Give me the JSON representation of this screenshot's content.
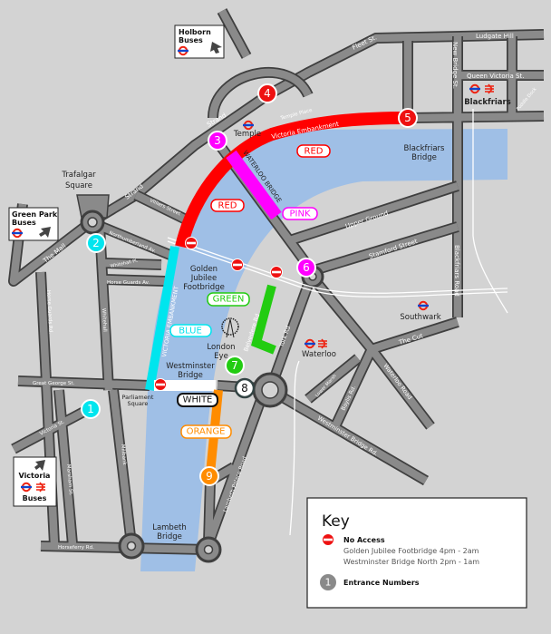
{
  "colors": {
    "background": "#d3d3d3",
    "river": "#9fbfe6",
    "road": "#8a8a8a",
    "red": "#ff0000",
    "pink": "#ff00ff",
    "cyan": "#00e5ee",
    "green": "#22cc11",
    "white": "#ffffff",
    "orange": "#ff8c00",
    "no_access": "#ee1111"
  },
  "roads": {
    "strand_1": "Strand",
    "strand_2": "Strand",
    "fleet": "Fleet St.",
    "ludgate": "Ludgate Hill",
    "new_bridge": "New Bridge St.",
    "queen_victoria": "Queen Victoria St.",
    "puddle_dock": "Puddle Dock",
    "temple_place": "Temple Place",
    "victoria_embankment": "Victoria Embankment",
    "waterloo_bridge": "WATERLOO BRIDGE",
    "villiers": "Villiers Street",
    "northumberland": "Northumberland Av.",
    "whitehall_pl": "Whitehall Pl.",
    "horse_guards_av": "Horse Guards Av.",
    "horse_guards_rd": "Horse Guards Rd.",
    "whitehall": "Whitehall",
    "the_mall": "The Mall",
    "victoria_embankment_2": "VICTORIA EMBANKMENT",
    "great_george": "Great George St.",
    "victoria_st": "Victoria St.",
    "marsham": "Marsham St.",
    "millbank": "Millbank",
    "horseferry": "Horseferry Rd.",
    "lambeth_palace": "Lambeth Palace Road",
    "belvedere": "Belvedere Rd",
    "york": "York Rd",
    "upper_ground": "Upper Ground",
    "stamford": "Stamford Street",
    "blackfriars_rd": "Blackfriars Road",
    "the_cut": "The Cut",
    "waterloo_road": "Waterloo Road",
    "lower_marsh": "Lower Marsh",
    "baylis": "Baylis Rd.",
    "westminster_bridge_rd": "Westminster Bridge Rd."
  },
  "places": {
    "trafalgar_1": "Trafalgar",
    "trafalgar_2": "Square",
    "golden_1": "Golden",
    "golden_2": "Jubilee",
    "golden_3": "Footbridge",
    "eye_1": "London",
    "eye_2": "Eye",
    "westminster_1": "Westminster",
    "westminster_2": "Bridge",
    "parliament_1": "Parliament",
    "parliament_2": "Square",
    "lambeth_1": "Lambeth",
    "lambeth_2": "Bridge",
    "blackfriars_bridge_1": "Blackfriars",
    "blackfriars_bridge_2": "Bridge"
  },
  "stations": {
    "temple": "Temple",
    "blackfriars": "Blackfriars",
    "southwark": "Southwark",
    "waterloo": "Waterloo"
  },
  "bus_boxes": {
    "holborn_1": "Holborn",
    "holborn_2": "Buses",
    "green_park_1": "Green Park",
    "green_park_2": "Buses",
    "victoria_1": "Victoria",
    "victoria_2": "Buses"
  },
  "routes": {
    "red": "RED",
    "pink": "PINK",
    "green": "GREEN",
    "blue": "BLUE",
    "white": "WHITE",
    "orange": "ORANGE"
  },
  "entrances": [
    "1",
    "2",
    "3",
    "4",
    "5",
    "6",
    "7",
    "8",
    "9"
  ],
  "key": {
    "title": "Key",
    "no_access": "No Access",
    "no_access_1": "Golden Jubilee Footbridge 4pm - 2am",
    "no_access_2": "Westminster Bridge North 2pm - 1am",
    "entrance_sample": "1",
    "entrance_label": "Entrance Numbers"
  }
}
